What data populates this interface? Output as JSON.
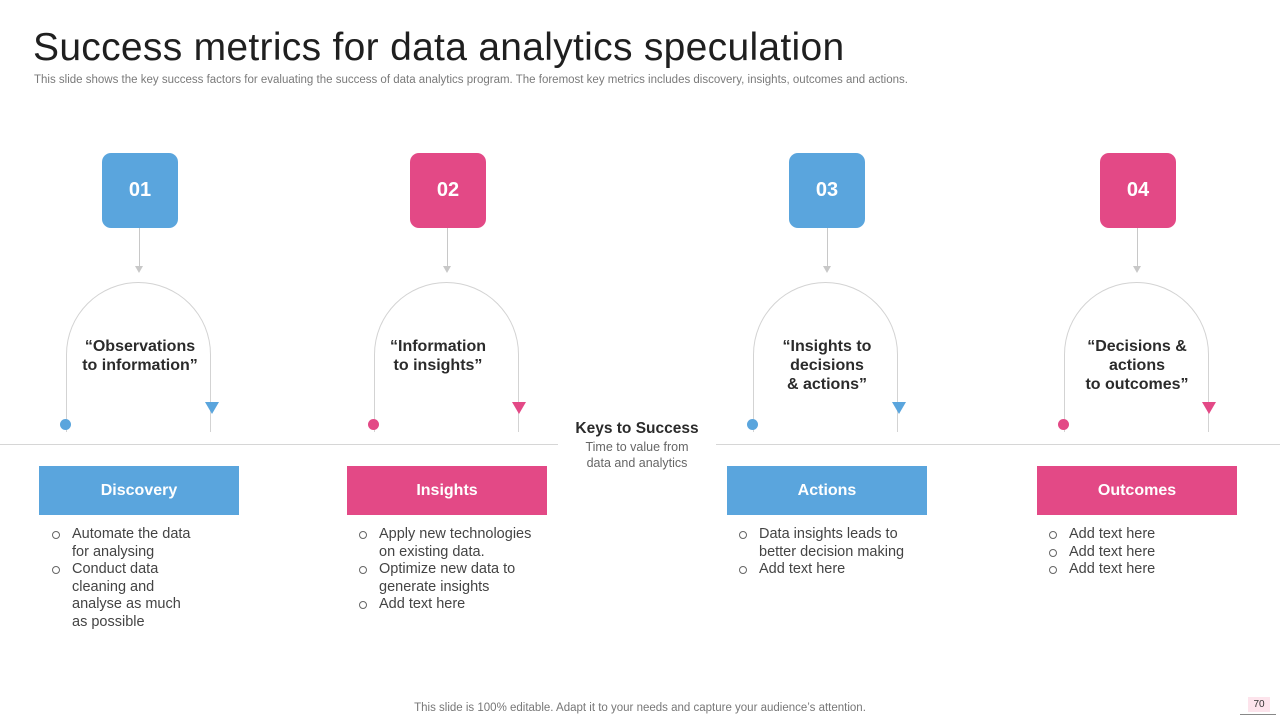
{
  "header": {
    "title": "Success metrics for data analytics speculation",
    "subtitle": "This slide shows the key success factors for evaluating the success of data analytics program. The foremost key metrics includes discovery, insights, outcomes and actions."
  },
  "center": {
    "title": "Keys to Success",
    "subtitle_line1": "Time to value from",
    "subtitle_line2": "data and analytics"
  },
  "steps": [
    {
      "number": "01",
      "quote_lines": [
        "“Observations",
        "to information”"
      ],
      "label": "Discovery",
      "color": "#5aa5dd",
      "bullets": [
        [
          "Automate the data",
          "for analysing"
        ],
        [
          "Conduct data",
          "cleaning and",
          "analyse as much",
          "as possible"
        ]
      ]
    },
    {
      "number": "02",
      "quote_lines": [
        "“Information",
        "to insights”"
      ],
      "label": "Insights",
      "color": "#e34986",
      "bullets": [
        [
          "Apply new technologies",
          "on existing data."
        ],
        [
          "Optimize new data to",
          "generate insights"
        ],
        [
          "Add text here"
        ]
      ]
    },
    {
      "number": "03",
      "quote_lines": [
        "“Insights to",
        "decisions",
        "& actions”"
      ],
      "label": "Actions",
      "color": "#5aa5dd",
      "bullets": [
        [
          "Data insights leads to",
          "better decision making"
        ],
        [
          "Add text here"
        ]
      ]
    },
    {
      "number": "04",
      "quote_lines": [
        "“Decisions &",
        "actions",
        "to outcomes”"
      ],
      "label": "Outcomes",
      "color": "#e34986",
      "bullets": [
        [
          "Add text here"
        ],
        [
          "Add text here"
        ],
        [
          "Add text here"
        ]
      ]
    }
  ],
  "footer": {
    "note": "This slide is 100% editable. Adapt it to your needs and capture your audience’s attention.",
    "page_number": "70"
  }
}
